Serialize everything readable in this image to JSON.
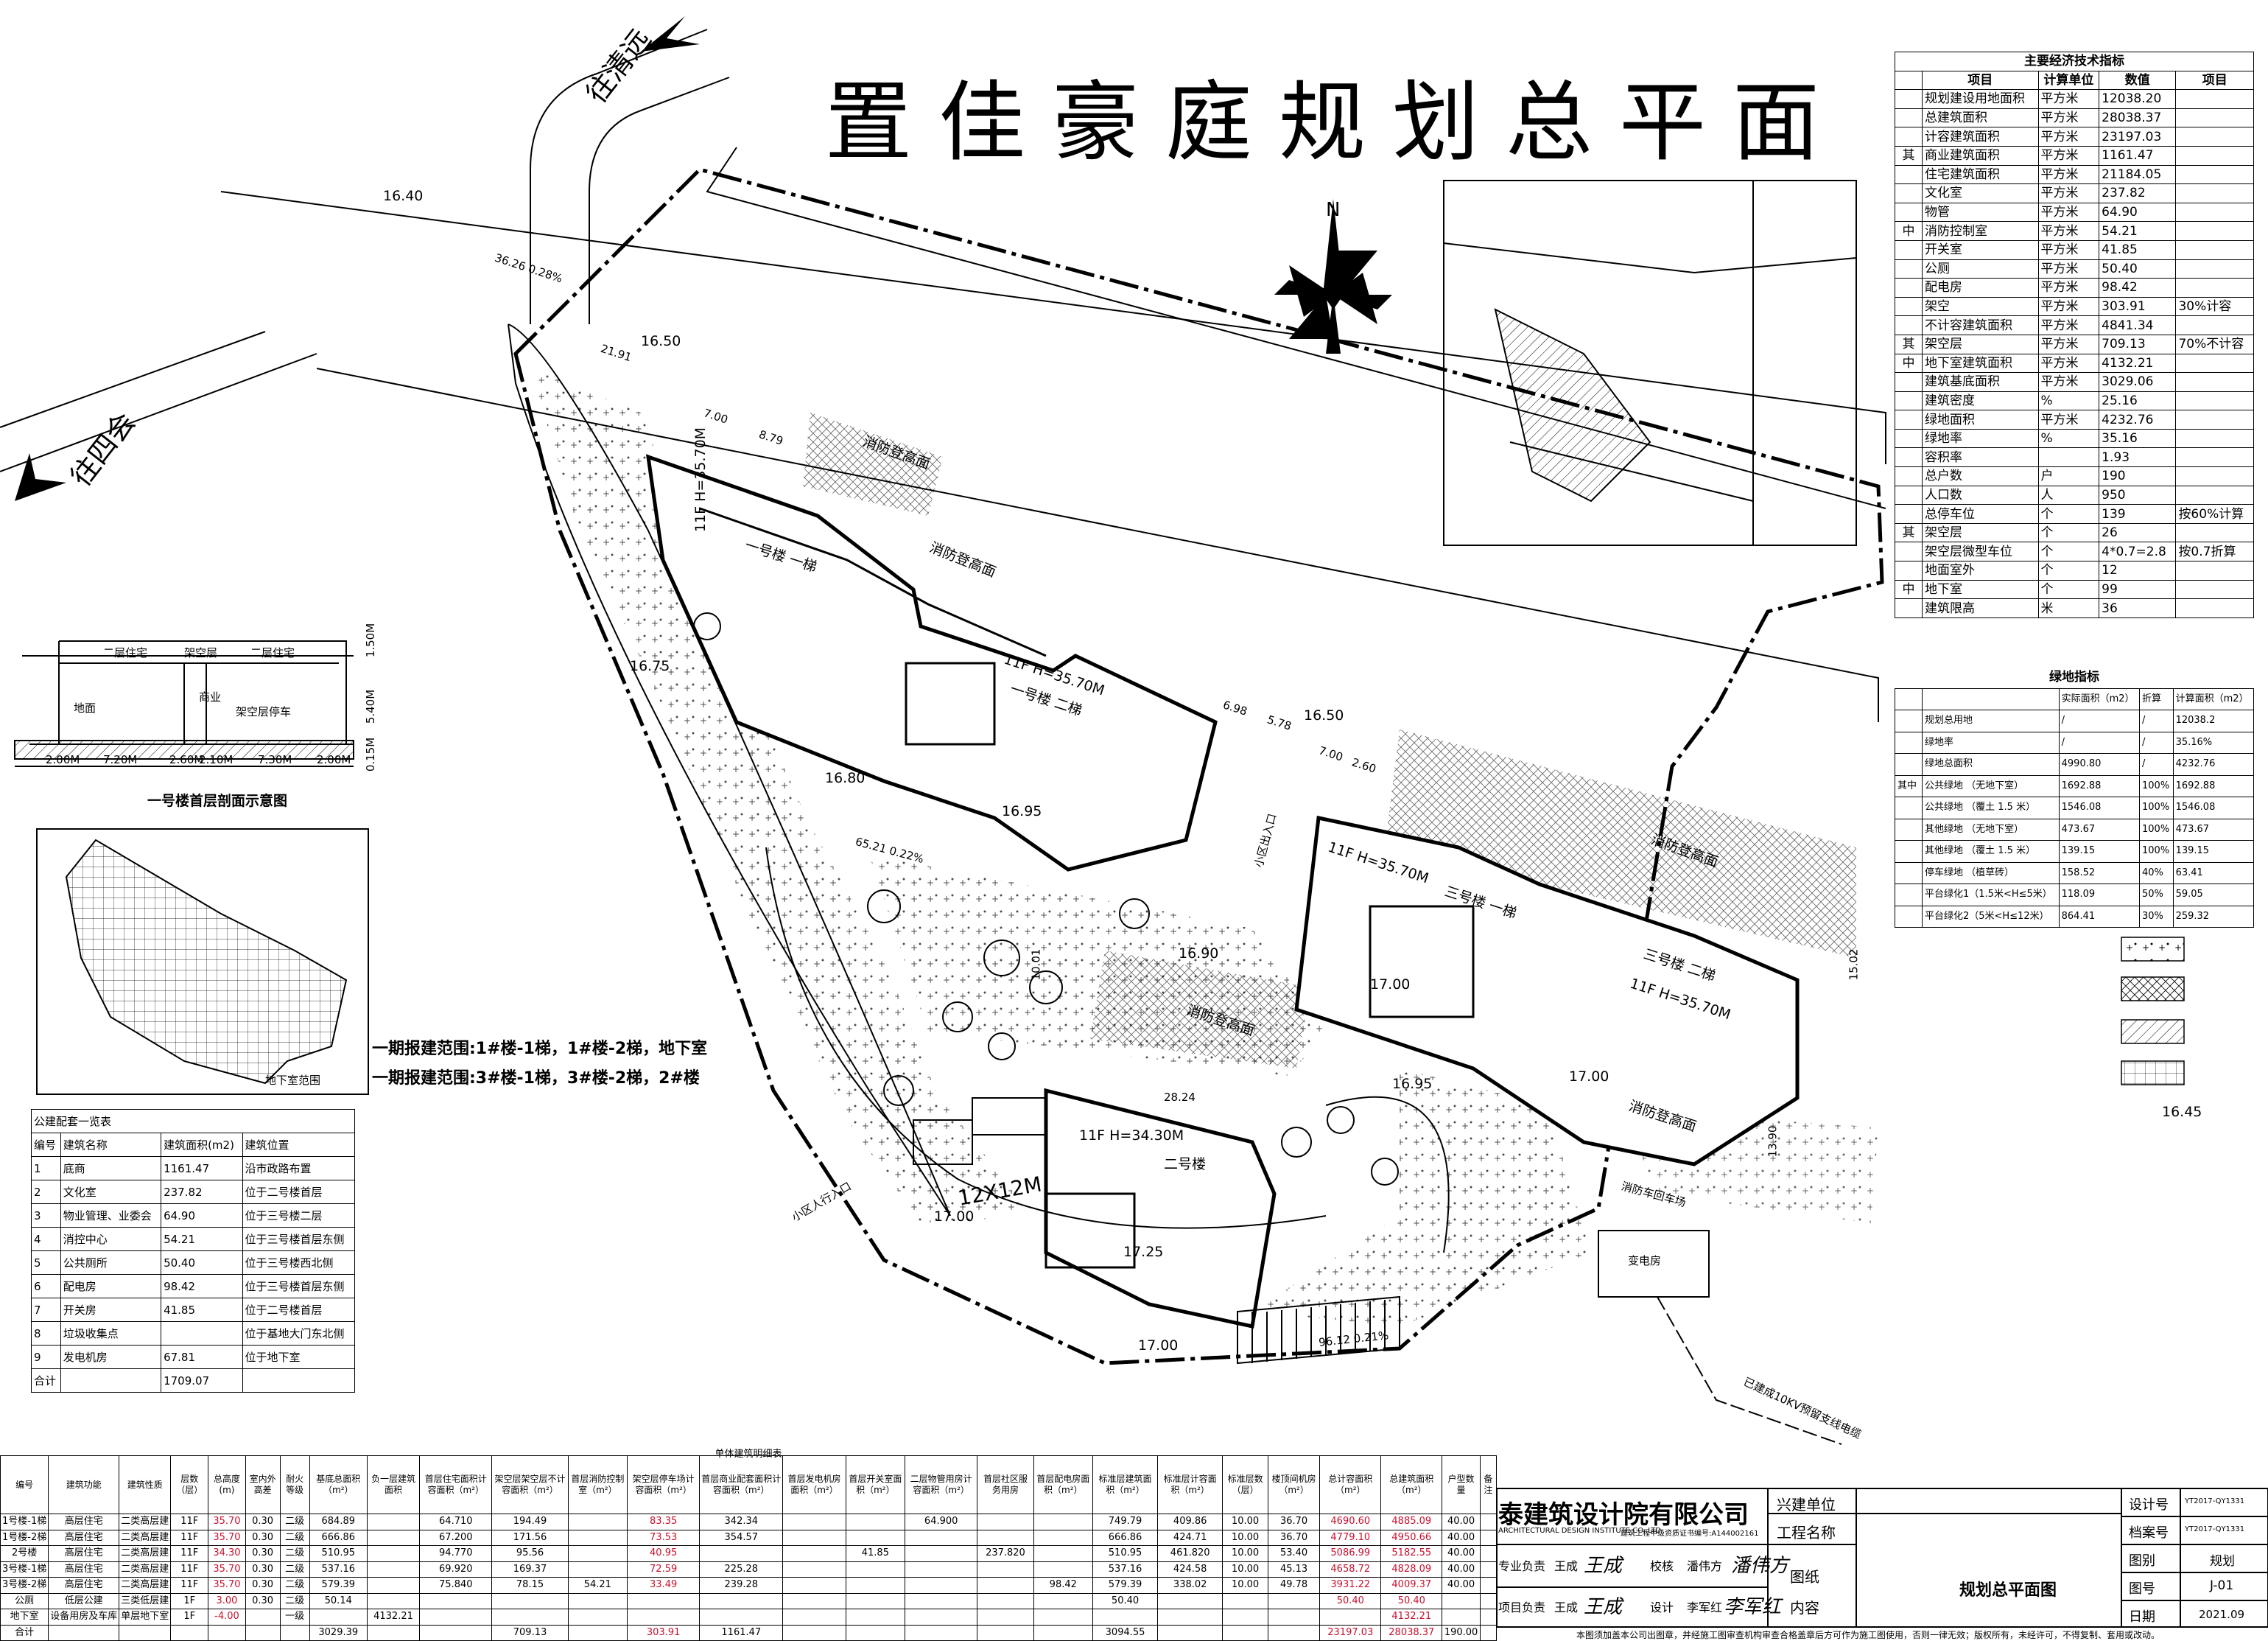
{
  "title": "置佳豪庭规划总平面",
  "roads": {
    "to_qingyuan": "往清远",
    "to_sihui": "往四会"
  },
  "north_label": "N",
  "site_labels": {
    "elev_1640": "16.40",
    "elev_1650_top": "16.50",
    "elev_1675": "16.75",
    "elev_1680": "16.80",
    "elev_1695_a": "16.95",
    "elev_1690": "16.90",
    "elev_1700_a": "17.00",
    "elev_1695_b": "16.95",
    "elev_1700_b": "17.00",
    "elev_1700_c": "17.00",
    "elev_1725": "17.25",
    "elev_1700_d": "17.00",
    "elev_1650_right": "16.50",
    "elev_1645": "16.45",
    "dim_2191": "21.91",
    "dim_700": "7.00",
    "dim_879": "8.79",
    "dim_698": "6.98",
    "dim_578": "5.78",
    "dim_700b": "7.00",
    "dim_260": "2.60",
    "dim_2824": "28.24",
    "dim_1502": "15.02",
    "dim_1390": "13.90",
    "dim_1001": "10.01",
    "road_slope_1": "36.26 0.28%",
    "road_slope_2": "65.21 0.22%",
    "road_slope_3": "96.12 0.21%",
    "b1_floors": "11F H=35.70M",
    "b1_name": "一号楼 一梯",
    "b1_name2": "一号楼 二梯",
    "b1_b": "11F H=35.70M",
    "b2_floors": "11F H=34.30M",
    "b2_name": "二号楼",
    "b3_floors": "11F H=35.70M",
    "b3_name": "三号楼 一梯",
    "b3_name2": "三号楼 二梯",
    "b3_b": "11F H=35.70M",
    "fire_road_1": "消防登高面",
    "fire_road_2": "消防登高面",
    "fire_road_3": "消防登高面",
    "fire_road_4": "消防登高面",
    "fire_road_5": "消防登高面",
    "garage_entry": "小区出入口",
    "garage_entry2": "小区人行入口",
    "parking_12": "12X12M",
    "power_room": "变电房",
    "power_note": "已建成10KV预留支线电缆",
    "pool": "消防车回车场"
  },
  "section": {
    "caption": "一号楼首层剖面示意图",
    "labels": [
      "二层住宅",
      "架空层",
      "二层住宅",
      "地面",
      "商业",
      "架空层停车"
    ],
    "dims": [
      "2.00M",
      "7.20M",
      "2.60M",
      "2.10M",
      "7.30M",
      "2.00M"
    ],
    "heights": [
      "1.50M",
      "5.40M",
      "0.15M"
    ]
  },
  "phase_notes": [
    "一期报建范围:1#楼-1梯，1#楼-2梯，地下室",
    "一期报建范围:3#楼-1梯，3#楼-2梯，2#楼"
  ],
  "keymap_label": "地下室范围",
  "eco_table": {
    "title": "主要经济技术指标",
    "headers": [
      "项目",
      "计算单位",
      "数值",
      "项目"
    ],
    "rows": [
      [
        "",
        "规划建设用地面积",
        "平方米",
        "12038.20",
        ""
      ],
      [
        "",
        "总建筑面积",
        "平方米",
        "28038.37",
        ""
      ],
      [
        "",
        "计容建筑面积",
        "平方米",
        "23197.03",
        ""
      ],
      [
        "其",
        "商业建筑面积",
        "平方米",
        "1161.47",
        ""
      ],
      [
        "",
        "住宅建筑面积",
        "平方米",
        "21184.05",
        ""
      ],
      [
        "",
        "文化室",
        "平方米",
        "237.82",
        ""
      ],
      [
        "",
        "物管",
        "平方米",
        "64.90",
        ""
      ],
      [
        "中",
        "消防控制室",
        "平方米",
        "54.21",
        ""
      ],
      [
        "",
        "开关室",
        "平方米",
        "41.85",
        ""
      ],
      [
        "",
        "公厕",
        "平方米",
        "50.40",
        ""
      ],
      [
        "",
        "配电房",
        "平方米",
        "98.42",
        ""
      ],
      [
        "",
        "架空",
        "平方米",
        "303.91",
        "30%计容"
      ],
      [
        "",
        "不计容建筑面积",
        "平方米",
        "4841.34",
        ""
      ],
      [
        "其",
        "架空层",
        "平方米",
        "709.13",
        "70%不计容"
      ],
      [
        "中",
        "地下室建筑面积",
        "平方米",
        "4132.21",
        ""
      ],
      [
        "",
        "建筑基底面积",
        "平方米",
        "3029.06",
        ""
      ],
      [
        "",
        "建筑密度",
        "%",
        "25.16",
        ""
      ],
      [
        "",
        "绿地面积",
        "平方米",
        "4232.76",
        ""
      ],
      [
        "",
        "绿地率",
        "%",
        "35.16",
        ""
      ],
      [
        "",
        "容积率",
        "",
        "1.93",
        ""
      ],
      [
        "",
        "总户数",
        "户",
        "190",
        ""
      ],
      [
        "",
        "人口数",
        "人",
        "950",
        ""
      ],
      [
        "",
        "总停车位",
        "个",
        "139",
        "按60%计算"
      ],
      [
        "其",
        "架空层",
        "个",
        "26",
        ""
      ],
      [
        "",
        "架空层微型车位",
        "个",
        "4*0.7=2.8",
        "按0.7折算"
      ],
      [
        "",
        "地面室外",
        "个",
        "12",
        ""
      ],
      [
        "中",
        "地下室",
        "个",
        "99",
        ""
      ],
      [
        "",
        "建筑限高",
        "米",
        "36",
        ""
      ]
    ]
  },
  "green_table": {
    "title": "绿地指标",
    "headers": [
      "",
      "",
      "实际面积（m2）",
      "折算",
      "计算面积（m2）"
    ],
    "rows": [
      [
        "",
        "规划总用地",
        "/",
        "/",
        "12038.2"
      ],
      [
        "",
        "绿地率",
        "/",
        "/",
        "35.16%"
      ],
      [
        "",
        "绿地总面积",
        "4990.80",
        "/",
        "4232.76"
      ],
      [
        "其中",
        "公共绿地 （无地下室）",
        "1692.88",
        "100%",
        "1692.88"
      ],
      [
        "",
        "公共绿地 （覆土 1.5 米）",
        "1546.08",
        "100%",
        "1546.08"
      ],
      [
        "",
        "其他绿地 （无地下室）",
        "473.67",
        "100%",
        "473.67"
      ],
      [
        "",
        "其他绿地 （覆土 1.5 米）",
        "139.15",
        "100%",
        "139.15"
      ],
      [
        "",
        "停车绿地 （植草砖）",
        "158.52",
        "40%",
        "63.41"
      ],
      [
        "",
        "平台绿化1（1.5米<H≤5米）",
        "118.09",
        "50%",
        "59.05"
      ],
      [
        "",
        "平台绿化2（5米<H≤12米）",
        "864.41",
        "30%",
        "259.32"
      ]
    ]
  },
  "public_table": {
    "title": "公建配套一览表",
    "headers": [
      "编号",
      "建筑名称",
      "建筑面积(m2)",
      "建筑位置"
    ],
    "rows": [
      [
        "1",
        "底商",
        "1161.47",
        "沿市政路布置"
      ],
      [
        "2",
        "文化室",
        "237.82",
        "位于二号楼首层"
      ],
      [
        "3",
        "物业管理、业委会",
        "64.90",
        "位于三号楼二层"
      ],
      [
        "4",
        "消控中心",
        "54.21",
        "位于三号楼首层东侧"
      ],
      [
        "5",
        "公共厕所",
        "50.40",
        "位于三号楼西北侧"
      ],
      [
        "6",
        "配电房",
        "98.42",
        "位于三号楼首层东侧"
      ],
      [
        "7",
        "开关房",
        "41.85",
        "位于二号楼首层"
      ],
      [
        "8",
        "垃圾收集点",
        "",
        "位于基地大门东北侧"
      ],
      [
        "9",
        "发电机房",
        "67.81",
        "位于地下室"
      ],
      [
        "合计",
        "",
        "1709.07",
        ""
      ]
    ]
  },
  "bldg_table": {
    "title": "单体建筑明细表",
    "headers": [
      "编号",
      "建筑功能",
      "建筑性质",
      "层数（层）",
      "总高度(m)",
      "室内外高差",
      "耐火等级",
      "基底总面积（m²）",
      "负一层建筑面积",
      "首层住宅面积计容面积（m²）",
      "架空层架空层不计容面积（m²）",
      "首层消防控制室（m²）",
      "架空层停车场计容面积（m²）",
      "首层商业配套面积计容面积（m²）",
      "首层发电机房面积（m²）",
      "首层开关室面积（m²）",
      "二层物管用房计容面积（m²）",
      "首层社区服务用房",
      "首层配电房面积（m²）",
      "标准层建筑面积（m²）",
      "标准层计容面积（m²）",
      "标准层数（层）",
      "楼顶间机房（m²）",
      "总计容面积（m²）",
      "总建筑面积（m²）",
      "户型数量",
      "备注"
    ],
    "rows": [
      [
        "1号楼-1梯",
        "高层住宅",
        "二类高层建",
        "11F",
        "35.70",
        "0.30",
        "二级",
        "684.89",
        "",
        "64.710",
        "194.49",
        "",
        "83.35",
        "342.34",
        "",
        "",
        "64.900",
        "",
        "",
        "749.79",
        "409.86",
        "10.00",
        "36.70",
        "4690.60",
        "4885.09",
        "40.00",
        ""
      ],
      [
        "1号楼-2梯",
        "高层住宅",
        "二类高层建",
        "11F",
        "35.70",
        "0.30",
        "二级",
        "666.86",
        "",
        "67.200",
        "171.56",
        "",
        "73.53",
        "354.57",
        "",
        "",
        "",
        "",
        "",
        "666.86",
        "424.71",
        "10.00",
        "36.70",
        "4779.10",
        "4950.66",
        "40.00",
        ""
      ],
      [
        "2号楼",
        "高层住宅",
        "二类高层建",
        "11F",
        "34.30",
        "0.30",
        "二级",
        "510.95",
        "",
        "94.770",
        "95.56",
        "",
        "40.95",
        "",
        "",
        "41.85",
        "",
        "237.820",
        "",
        "510.95",
        "461.820",
        "10.00",
        "53.40",
        "5086.99",
        "5182.55",
        "40.00",
        ""
      ],
      [
        "3号楼-1梯",
        "高层住宅",
        "二类高层建",
        "11F",
        "35.70",
        "0.30",
        "二级",
        "537.16",
        "",
        "69.920",
        "169.37",
        "",
        "72.59",
        "225.28",
        "",
        "",
        "",
        "",
        "",
        "537.16",
        "424.58",
        "10.00",
        "45.13",
        "4658.72",
        "4828.09",
        "40.00",
        ""
      ],
      [
        "3号楼-2梯",
        "高层住宅",
        "二类高层建",
        "11F",
        "35.70",
        "0.30",
        "二级",
        "579.39",
        "",
        "75.840",
        "78.15",
        "54.21",
        "33.49",
        "239.28",
        "",
        "",
        "",
        "",
        "98.42",
        "579.39",
        "338.02",
        "10.00",
        "49.78",
        "3931.22",
        "4009.37",
        "40.00",
        ""
      ],
      [
        "公厕",
        "低层公建",
        "三类低层建",
        "1F",
        "3.00",
        "0.30",
        "二级",
        "50.14",
        "",
        "",
        "",
        "",
        "",
        "",
        "",
        "",
        "",
        "",
        "",
        "50.40",
        "",
        "",
        "",
        "50.40",
        "50.40",
        "",
        ""
      ],
      [
        "地下室",
        "设备用房及车库",
        "单层地下室",
        "1F",
        "-4.00",
        "",
        "一级",
        "",
        "4132.21",
        "",
        "",
        "",
        "",
        "",
        "",
        "",
        "",
        "",
        "",
        "",
        "",
        "",
        "",
        "",
        "4132.21",
        "",
        ""
      ],
      [
        "合计",
        "",
        "",
        "",
        "",
        "",
        "",
        "3029.39",
        "",
        "",
        "709.13",
        "",
        "303.91",
        "1161.47",
        "",
        "",
        "",
        "",
        "",
        "3094.55",
        "",
        "",
        "",
        "23197.03",
        "28038.37",
        "190.00",
        ""
      ]
    ]
  },
  "title_block": {
    "firm": "泰建筑设计院有限公司",
    "firm_en": "ARCHITECTURAL DESIGN INSTITUTE CO.,LTD",
    "cert": "建筑工程甲级资质证书编号:A144002161",
    "client_label": "兴建单位",
    "project_label": "工程名称",
    "row1": [
      "专业负责",
      "王成",
      "王成",
      "校核",
      "潘伟方",
      "潘伟方"
    ],
    "row2": [
      "项目负责",
      "王成",
      "王成",
      "设计",
      "李军红",
      "李军红"
    ],
    "drawing_label": "图纸",
    "content_label": "内容",
    "drawing_name": "规划总平面图",
    "design_no_label": "设计号",
    "design_no": "YT2017-QY1331",
    "archive_label": "档案号",
    "archive_no": "YT2017-QY1331",
    "category_label": "图别",
    "category": "规划",
    "sheet_label": "图号",
    "sheet": "J-01",
    "date_label": "日期",
    "date": "2021.09",
    "footer": "本图须加盖本公司出图章，并经施工图审查机构审查合格盖章后方可作为施工图使用，否则一律无效；版权所有，未经许可，不得复制、套用或改动。"
  }
}
